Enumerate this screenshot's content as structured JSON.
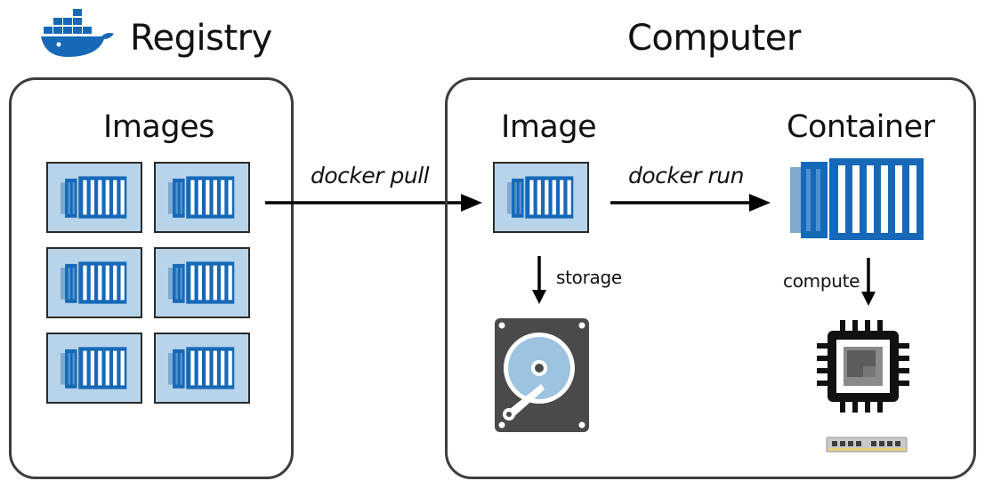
{
  "registry": {
    "title": "Registry",
    "panel_title": "Images"
  },
  "computer": {
    "title": "Computer",
    "image_label": "Image",
    "container_label": "Container",
    "storage_label": "storage",
    "compute_label": "compute"
  },
  "commands": {
    "pull": "docker pull",
    "run": "docker run"
  },
  "icons": {
    "logo": "docker-whale-icon",
    "image": "container-image-icon",
    "container": "shipping-container-icon",
    "disk": "hard-drive-icon",
    "cpu": "cpu-chip-icon",
    "ram": "memory-module-icon"
  },
  "colors": {
    "docker_blue": "#1769b7",
    "tile_bg": "#b8d4ea",
    "border": "#3d3d3d",
    "disk_gray": "#4a4a4a",
    "platter": "#9cc3df"
  }
}
